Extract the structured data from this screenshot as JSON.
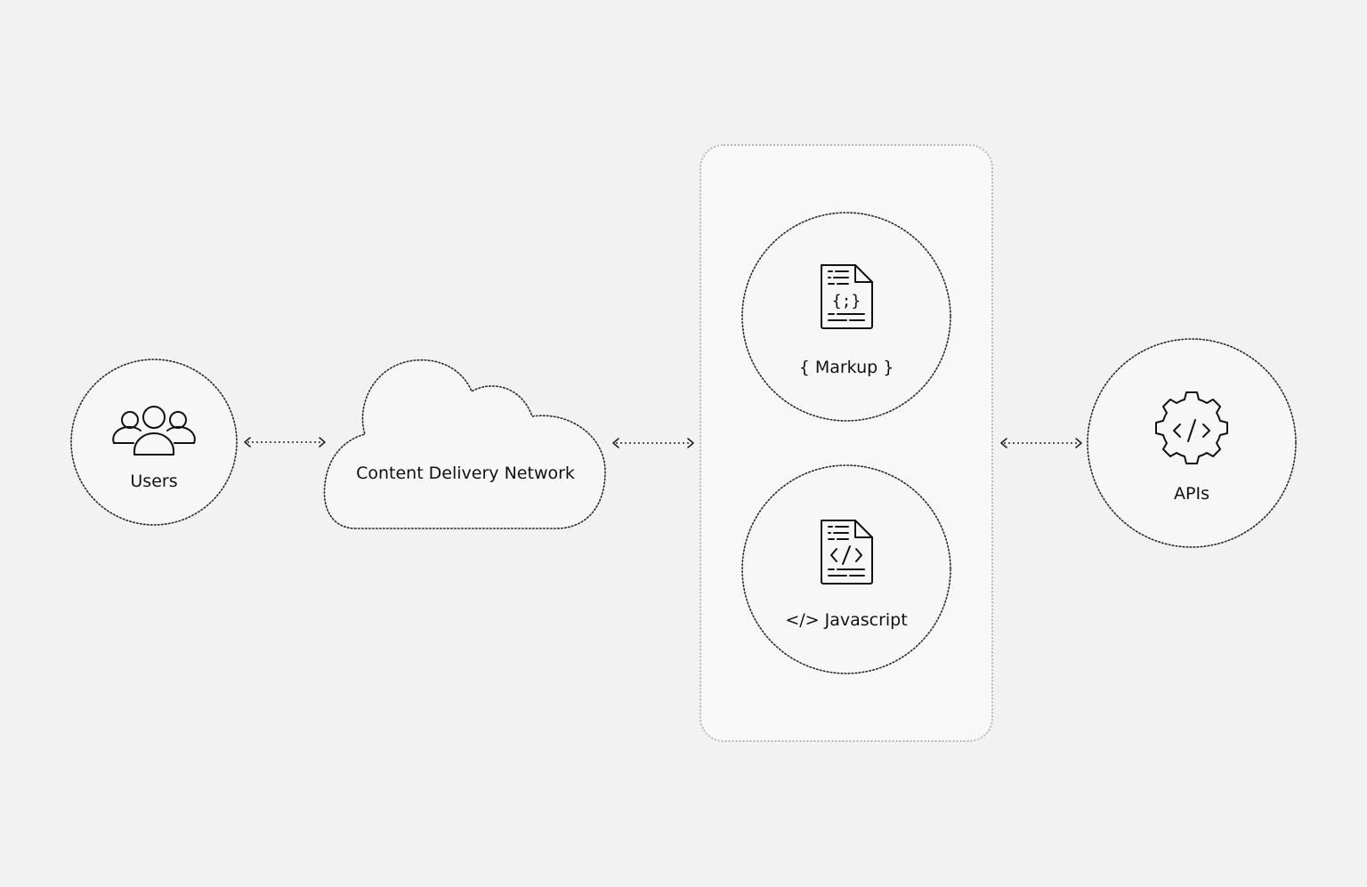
{
  "colors": {
    "background": "#f2f2f2",
    "panel_fill": "#f8f8f8",
    "node_fill": "#f7f7f7",
    "stroke": "#222222",
    "text": "#111111"
  },
  "nodes": {
    "users": {
      "label": "Users",
      "icon": "users-group-icon"
    },
    "cdn": {
      "label": "Content Delivery Network",
      "icon": "cloud-shape"
    },
    "markup": {
      "label": "{ Markup }",
      "icon": "markup-document-icon"
    },
    "javascript": {
      "label": "</> Javascript",
      "icon": "code-document-icon"
    },
    "apis": {
      "label": "APIs",
      "icon": "code-gear-icon"
    }
  },
  "connectors": [
    {
      "from": "users",
      "to": "cdn",
      "style": "dotted-bidirectional"
    },
    {
      "from": "cdn",
      "to": "frontend-panel",
      "style": "dotted-bidirectional"
    },
    {
      "from": "frontend-panel",
      "to": "apis",
      "style": "dotted-bidirectional"
    }
  ]
}
